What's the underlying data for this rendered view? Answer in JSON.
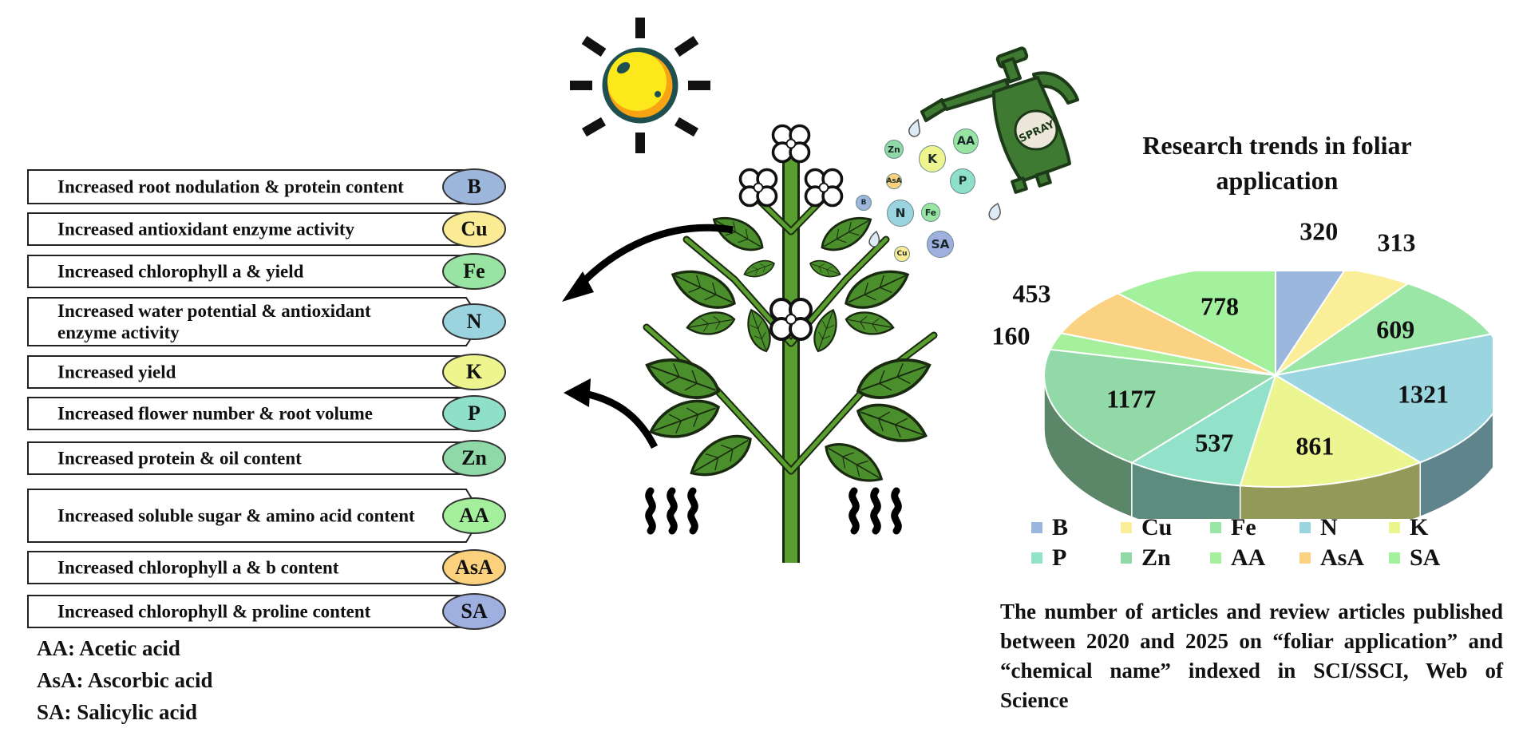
{
  "effects": [
    {
      "text": "Increased root nodulation & protein content",
      "symbol": "B",
      "color": "#9db6dc"
    },
    {
      "text": "Increased antioxidant enzyme activity",
      "symbol": "Cu",
      "color": "#fbeb94"
    },
    {
      "text": "Increased chlorophyll a & yield",
      "symbol": "Fe",
      "color": "#98e5a3"
    },
    {
      "text": "Increased water potential & antioxidant enzyme activity",
      "symbol": "N",
      "color": "#9bd4df"
    },
    {
      "text": "Increased yield",
      "symbol": "K",
      "color": "#eef58f"
    },
    {
      "text": "Increased flower number & root volume",
      "symbol": "P",
      "color": "#8fe0c8"
    },
    {
      "text": "Increased protein & oil content",
      "symbol": "Zn",
      "color": "#8fd8a8"
    },
    {
      "text": "Increased soluble sugar & amino acid content",
      "symbol": "AA",
      "color": "#a3ef9b"
    },
    {
      "text": "Increased chlorophyll a & b content",
      "symbol": "AsA",
      "color": "#fbd17e"
    },
    {
      "text": "Increased chlorophyll & proline content",
      "symbol": "SA",
      "color": "#9fb0e0"
    }
  ],
  "abbreviations": [
    "AA: Acetic acid",
    "AsA: Ascorbic acid",
    "SA: Salicylic acid"
  ],
  "spray": {
    "label": "SPRAY",
    "particles": [
      "Zn",
      "K",
      "AA",
      "AsA",
      "P",
      "B",
      "N",
      "Fe",
      "Cu",
      "SA"
    ]
  },
  "caption": "The number of articles and review articles published between 2020 and 2025 on “foliar application” and “chemical name” indexed in SCI/SSCI, Web of Science",
  "chart_data": {
    "type": "pie",
    "title": "Research trends in foliar application",
    "categories": [
      "B",
      "Cu",
      "Fe",
      "N",
      "K",
      "P",
      "Zn",
      "AA",
      "AsA",
      "SA"
    ],
    "values": [
      320,
      313,
      609,
      1321,
      861,
      537,
      1177,
      160,
      453,
      778
    ],
    "colors": [
      "#9bb7dd",
      "#fbee98",
      "#99e6a6",
      "#9ad5e0",
      "#ecf690",
      "#92e2ca",
      "#92d9a8",
      "#a6f09d",
      "#fbd282",
      "#a4f19d"
    ],
    "legend_position": "bottom",
    "start": "top, clockwise",
    "three_d": true
  }
}
